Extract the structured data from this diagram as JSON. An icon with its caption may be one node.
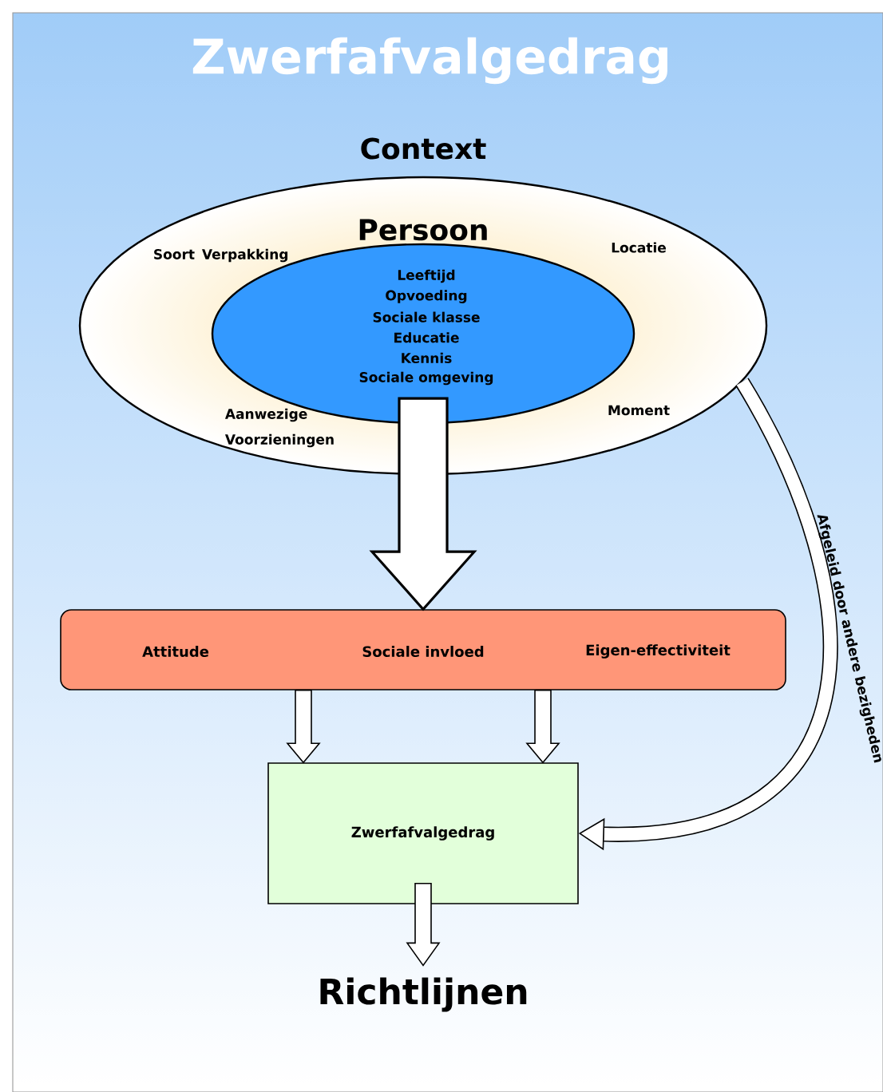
{
  "diagram": {
    "title": "Zwerfafvalgedrag",
    "nodes": [
      {
        "text": [
          "Context",
          "Soort Verpakking",
          "Locatie",
          "Moment",
          "Aanwezige Voorzieningen"
        ]
      },
      {
        "text": [
          "Persoon",
          "Leeftijd",
          "Opvoeding",
          "Sociale klasse",
          "Educatie",
          "Kennis",
          "Sociale omgeving"
        ],
        "in": 0
      },
      {
        "text": [
          "Attitude",
          "Sociale invloed",
          "Eigen-effectiviteit"
        ]
      },
      {
        "text": [
          "Zwerfafvalgedrag"
        ]
      },
      {
        "text": [
          "Richtlijnen"
        ]
      }
    ],
    "edges": [
      {
        "from": 1,
        "to": 2,
        "arrow": "to",
        "style": "thick"
      },
      {
        "from": 2,
        "to": 3,
        "arrow": "to"
      },
      {
        "from": 2,
        "to": 3,
        "arrow": "to"
      },
      {
        "from": 0,
        "to": 3,
        "arrow": "to",
        "label": "Afgeleid door andere bezigheden"
      },
      {
        "from": 3,
        "to": 4,
        "arrow": "to"
      }
    ]
  }
}
